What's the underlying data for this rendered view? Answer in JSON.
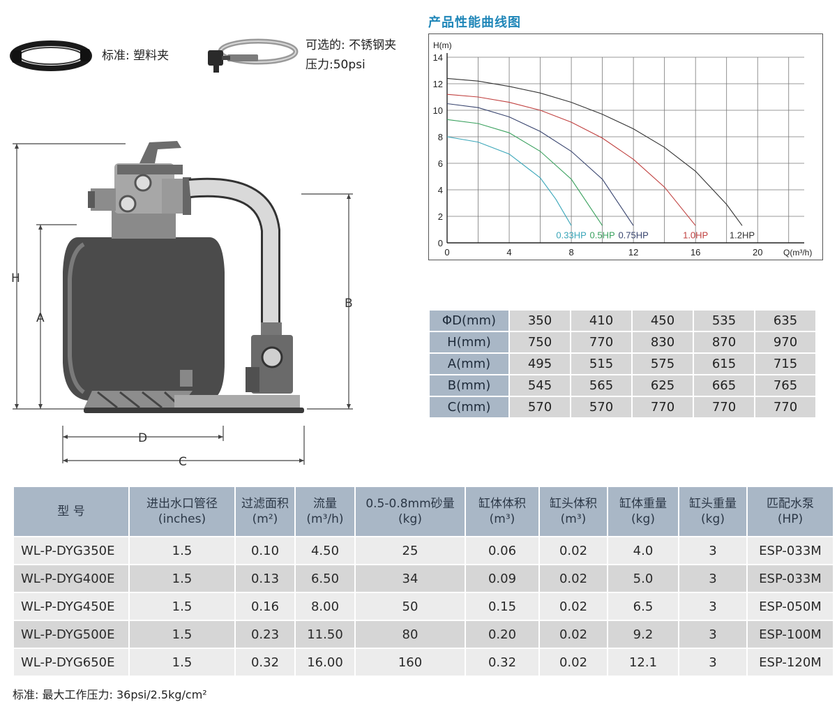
{
  "clamps": {
    "standard": {
      "label": "标准: 塑料夹"
    },
    "optional": {
      "label": "可选的: 不锈钢夹",
      "pressure": "压力:50psi"
    }
  },
  "drawing": {
    "dimension_labels": {
      "H": "H",
      "A": "A",
      "B": "B",
      "D": "D",
      "C": "C"
    }
  },
  "chart_data": {
    "type": "line",
    "title": "产品性能曲线图",
    "ylabel": "H(m)",
    "xlabel": "Q(m³/h)",
    "xlim": [
      0,
      23
    ],
    "ylim": [
      0,
      14
    ],
    "xticks": [
      "0",
      "4",
      "8",
      "12",
      "16",
      "20"
    ],
    "yticks": [
      "0",
      "2",
      "4",
      "6",
      "8",
      "10",
      "12",
      "14"
    ],
    "grid": true,
    "series": [
      {
        "name": "0.33HP",
        "color": "#3aa6b9",
        "x": [
          0,
          2,
          4,
          6,
          7,
          8
        ],
        "y": [
          8,
          7.6,
          6.7,
          4.9,
          3.3,
          1.3
        ]
      },
      {
        "name": "0.5HP",
        "color": "#3aa15e",
        "x": [
          0,
          2,
          4,
          6,
          8,
          10
        ],
        "y": [
          9.3,
          9.0,
          8.3,
          6.9,
          4.8,
          1.3
        ]
      },
      {
        "name": "0.75HP",
        "color": "#39456f",
        "x": [
          0,
          2,
          4,
          6,
          8,
          10,
          12
        ],
        "y": [
          10.5,
          10.2,
          9.5,
          8.4,
          6.9,
          4.8,
          1.3
        ]
      },
      {
        "name": "1.0HP",
        "color": "#c0403f",
        "x": [
          0,
          2,
          4,
          6,
          8,
          10,
          12,
          14,
          16
        ],
        "y": [
          11.2,
          11.0,
          10.6,
          10.0,
          9.1,
          7.9,
          6.3,
          4.2,
          1.3
        ]
      },
      {
        "name": "1.2HP",
        "color": "#333333",
        "x": [
          0,
          2,
          4,
          6,
          8,
          10,
          12,
          14,
          16,
          18,
          19
        ],
        "y": [
          12.4,
          12.2,
          11.8,
          11.3,
          10.6,
          9.7,
          8.6,
          7.2,
          5.4,
          2.9,
          1.3
        ]
      }
    ]
  },
  "dimensions": {
    "rows": [
      {
        "label": "ΦD(mm)",
        "values": [
          "350",
          "410",
          "450",
          "535",
          "635"
        ]
      },
      {
        "label": "H(mm)",
        "values": [
          "750",
          "770",
          "830",
          "870",
          "970"
        ]
      },
      {
        "label": "A(mm)",
        "values": [
          "495",
          "515",
          "575",
          "615",
          "715"
        ]
      },
      {
        "label": "B(mm)",
        "values": [
          "545",
          "565",
          "625",
          "665",
          "765"
        ]
      },
      {
        "label": "C(mm)",
        "values": [
          "570",
          "570",
          "770",
          "770",
          "770"
        ]
      }
    ]
  },
  "specs": {
    "headers": [
      {
        "line1": "型  号",
        "line2": ""
      },
      {
        "line1": "进出水口管径",
        "line2": "(inches)"
      },
      {
        "line1": "过滤面积",
        "line2": "(m²)"
      },
      {
        "line1": "流量",
        "line2": "(m³/h)"
      },
      {
        "line1": "0.5-0.8mm砂量",
        "line2": "(kg)"
      },
      {
        "line1": "缸体体积",
        "line2": "(m³)"
      },
      {
        "line1": "缸头体积",
        "line2": "(m³)"
      },
      {
        "line1": "缸体重量",
        "line2": "(kg)"
      },
      {
        "line1": "缸头重量",
        "line2": "(kg)"
      },
      {
        "line1": "匹配水泵",
        "line2": "(HP)"
      }
    ],
    "rows": [
      [
        "WL-P-DYG350E",
        "1.5",
        "0.10",
        "4.50",
        "25",
        "0.06",
        "0.02",
        "4.0",
        "3",
        "ESP-033M"
      ],
      [
        "WL-P-DYG400E",
        "1.5",
        "0.13",
        "6.50",
        "34",
        "0.09",
        "0.02",
        "5.0",
        "3",
        "ESP-033M"
      ],
      [
        "WL-P-DYG450E",
        "1.5",
        "0.16",
        "8.00",
        "50",
        "0.15",
        "0.02",
        "6.5",
        "3",
        "ESP-050M"
      ],
      [
        "WL-P-DYG500E",
        "1.5",
        "0.23",
        "11.50",
        "80",
        "0.20",
        "0.02",
        "9.2",
        "3",
        "ESP-100M"
      ],
      [
        "WL-P-DYG650E",
        "1.5",
        "0.32",
        "16.00",
        "160",
        "0.32",
        "0.02",
        "12.1",
        "3",
        "ESP-120M"
      ]
    ]
  },
  "footnote": "标准: 最大工作压力: 36psi/2.5kg/cm²"
}
